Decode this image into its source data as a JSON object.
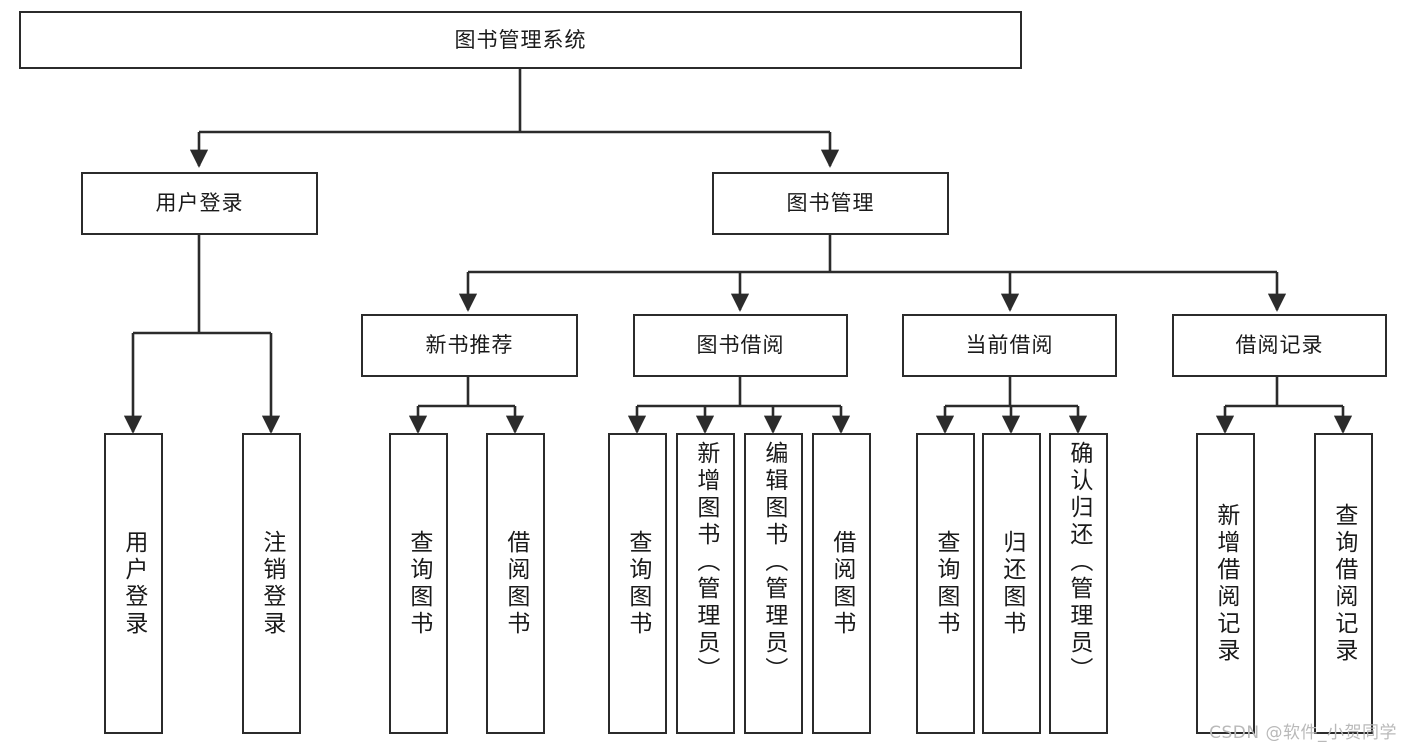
{
  "diagram": {
    "title": "图书管理系统",
    "type": "tree",
    "watermark": "CSDN @软件_小贺同学",
    "colors": {
      "background": "#ffffff",
      "border": "#2b2b2b",
      "text": "#1a1a1a",
      "edge": "#2b2b2b",
      "watermark": "#b9b9b9"
    },
    "root": {
      "label": "图书管理系统"
    },
    "level1": [
      {
        "label": "用户登录"
      },
      {
        "label": "图书管理"
      }
    ],
    "level2": [
      {
        "label": "新书推荐"
      },
      {
        "label": "图书借阅"
      },
      {
        "label": "当前借阅"
      },
      {
        "label": "借阅记录"
      }
    ],
    "leaves": {
      "user_login": [
        {
          "label": "用户登录"
        },
        {
          "label": "注销登录"
        }
      ],
      "new_book_recommend": [
        {
          "label": "查询图书"
        },
        {
          "label": "借阅图书"
        }
      ],
      "book_borrow": [
        {
          "label": "查询图书"
        },
        {
          "label": "新增图书（管理员）"
        },
        {
          "label": "编辑图书（管理员）"
        },
        {
          "label": "借阅图书"
        }
      ],
      "current_borrow": [
        {
          "label": "查询图书"
        },
        {
          "label": "归还图书"
        },
        {
          "label": "确认归还（管理员）"
        }
      ],
      "borrow_records": [
        {
          "label": "新增借阅记录"
        },
        {
          "label": "查询借阅记录"
        }
      ]
    }
  }
}
